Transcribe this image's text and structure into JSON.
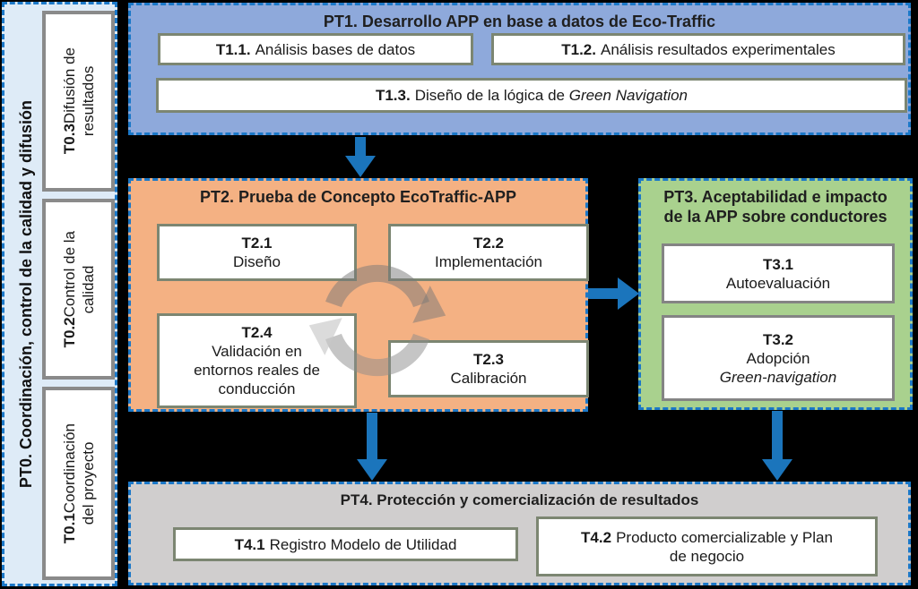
{
  "colors": {
    "background": "#000000",
    "pt0_fill": "#DEEBF7",
    "pt1_fill": "#8EA9DB",
    "pt2_fill": "#F4B183",
    "pt3_fill": "#A9D18E",
    "pt4_fill": "#D0CECE",
    "dashed_border": "#1B78C8",
    "arrow": "#1B75BC",
    "task_border_olive": "#7C8672",
    "task_border_gray": "#8A8A8A"
  },
  "pt0": {
    "title": "PT0. Coordinación, control de la calidad y difusión",
    "tasks": [
      {
        "id": "T0.3",
        "label": "Difusión de\nresultados"
      },
      {
        "id": "T0.2",
        "label": "Control de la\ncalidad"
      },
      {
        "id": "T0.1",
        "label": "Coordinación\ndel proyecto"
      }
    ]
  },
  "pt1": {
    "title": "PT1. Desarrollo APP en base a datos de Eco-Traffic",
    "tasks": {
      "t11": {
        "id": "T1.1.",
        "label": "Análisis bases de datos"
      },
      "t12": {
        "id": "T1.2.",
        "label": "Análisis resultados experimentales"
      },
      "t13": {
        "id": "T1.3.",
        "label": "Diseño de la lógica de",
        "italic": "Green Navigation"
      }
    }
  },
  "pt2": {
    "title": "PT2. Prueba de Concepto EcoTraffic-APP",
    "icon": "cycle-arrows-icon",
    "tasks": {
      "t21": {
        "id": "T2.1",
        "label": "Diseño"
      },
      "t22": {
        "id": "T2.2",
        "label": "Implementación"
      },
      "t24": {
        "id": "T2.4",
        "label": "Validación en\nentornos reales de\nconducción"
      },
      "t23": {
        "id": "T2.3",
        "label": "Calibración"
      }
    }
  },
  "pt3": {
    "title": "PT3. Aceptabilidad e impacto\nde la APP sobre conductores",
    "tasks": {
      "t31": {
        "id": "T3.1",
        "label": "Autoevaluación"
      },
      "t32": {
        "id": "T3.2",
        "label": "Adopción",
        "italic": "Green-navigation"
      }
    }
  },
  "pt4": {
    "title": "PT4. Protección y comercialización de resultados",
    "tasks": {
      "t41": {
        "id": "T4.1",
        "label": "Registro Modelo de Utilidad"
      },
      "t42": {
        "id": "T4.2",
        "label": "Producto comercializable y Plan\nde negocio"
      }
    }
  },
  "connectors": [
    {
      "name": "arrow-pt1-to-pt2",
      "direction": "down"
    },
    {
      "name": "arrow-pt2-to-pt3",
      "direction": "right"
    },
    {
      "name": "arrow-pt2-to-pt4",
      "direction": "down"
    },
    {
      "name": "arrow-pt3-to-pt4",
      "direction": "down"
    }
  ]
}
